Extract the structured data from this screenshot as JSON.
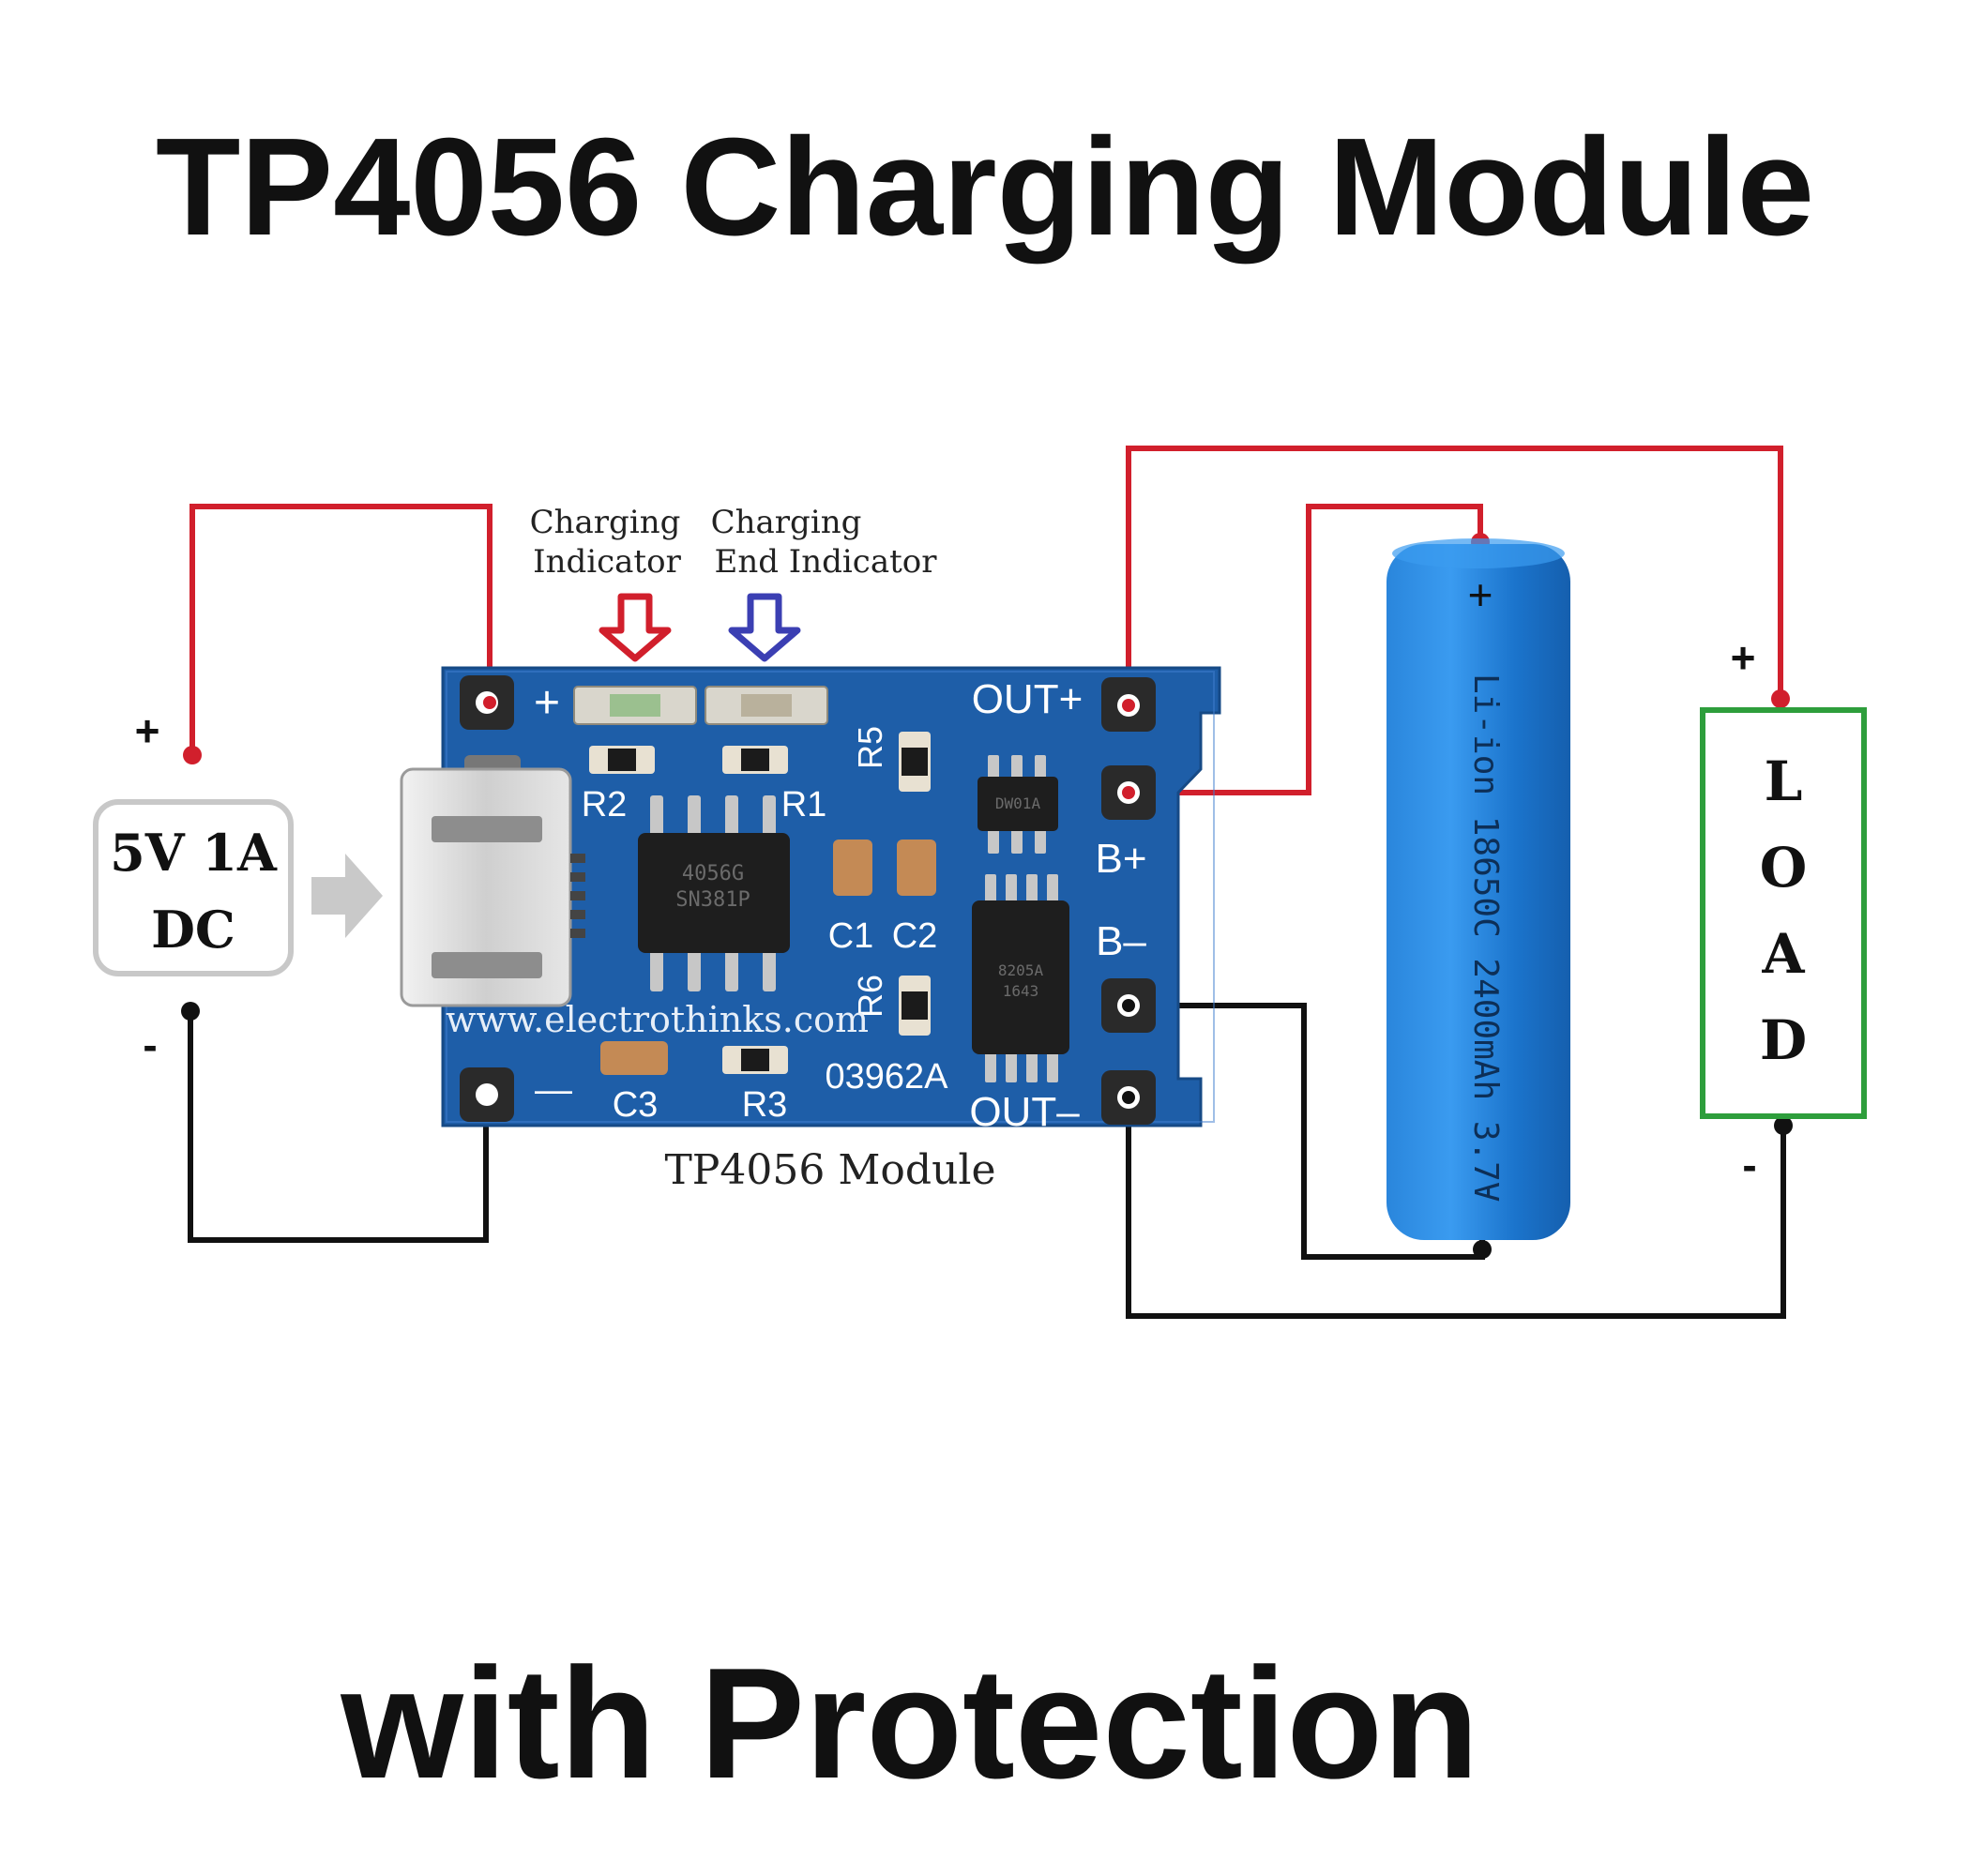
{
  "title_line1": "TP4056 Charging Module",
  "title_line2": "with Protection",
  "source": {
    "label_line1": "5V 1A",
    "label_line2": "DC",
    "plus": "+",
    "minus": "-"
  },
  "indicators": {
    "charging_line1": "Charging",
    "charging_line2": "Indicator",
    "end_line1": "Charging",
    "end_line2": "End Indicator"
  },
  "module": {
    "caption": "TP4056 Module",
    "pcb": {
      "plus": "+",
      "minus": "—",
      "out_plus": "OUT+",
      "out_minus": "OUT–",
      "b_plus": "B+",
      "b_minus": "B–",
      "r1": "R1",
      "r2": "R2",
      "r3": "R3",
      "r5": "R5",
      "r6": "R6",
      "c1": "C1",
      "c2": "C2",
      "c3": "C3",
      "website": "www.electrothinks.com",
      "code": "03962A",
      "ic1_line1": "4056G",
      "ic1_line2": "SN381P",
      "ic2_line1": "DW01A",
      "ic3_line1": "8205A",
      "ic3_line2": "1643"
    }
  },
  "battery": {
    "label": "Li-ion 18650C 2400mAh 3.7V",
    "plus": "+",
    "minus": "-"
  },
  "load": {
    "letters": [
      "L",
      "O",
      "A",
      "D"
    ],
    "plus": "+",
    "minus": "-"
  },
  "colors": {
    "positive_wire": "#d11f2c",
    "negative_wire": "#111111",
    "pcb": "#1e5ea8",
    "battery": "#1f7fd6",
    "load_border": "#2e9e3c",
    "charging_arrow": "#d11f2c",
    "end_arrow": "#3b3fb3"
  }
}
